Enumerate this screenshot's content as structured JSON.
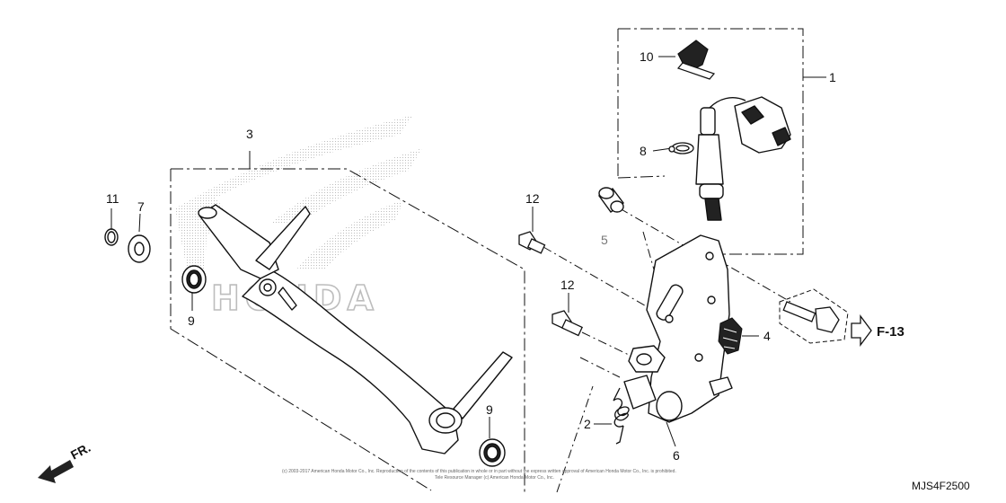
{
  "callouts": {
    "c1": "1",
    "c2": "2",
    "c3": "3",
    "c4": "4",
    "c5": "5",
    "c6": "6",
    "c7": "7",
    "c8": "8",
    "c9a": "9",
    "c9b": "9",
    "c10": "10",
    "c11": "11",
    "c12a": "12",
    "c12b": "12"
  },
  "reference": {
    "label": "F-13"
  },
  "direction": {
    "label": "FR."
  },
  "part_code": "MJS4F2500",
  "copyright_line1": "(c) 2003-2017 American Honda Motor Co., Inc. Reproduction of the contents of this publication in whole or in part without the express written approval of American Honda Motor Co., Inc. is prohibited.",
  "copyright_line2": "Tele Resource Manager (c) American Honda Motor Co., Inc.",
  "watermark": {
    "text": "HONDA",
    "color": "#c8c8c8"
  }
}
